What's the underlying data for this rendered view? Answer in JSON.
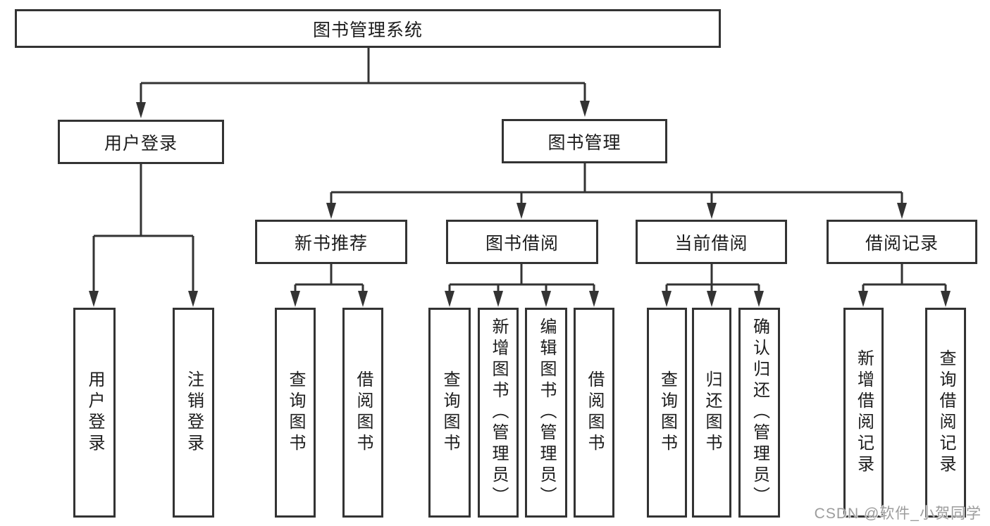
{
  "diagram": {
    "title": "图书管理系统",
    "root": {
      "label": "图书管理系统"
    },
    "level2": [
      {
        "label": "用户登录"
      },
      {
        "label": "图书管理"
      }
    ],
    "level3": [
      {
        "label": "新书推荐"
      },
      {
        "label": "图书借阅"
      },
      {
        "label": "当前借阅"
      },
      {
        "label": "借阅记录"
      }
    ],
    "leaves": {
      "user_login": [
        {
          "label": "用户登录"
        },
        {
          "label": "注销登录"
        }
      ],
      "new_book": [
        {
          "label": "查询图书"
        },
        {
          "label": "借阅图书"
        }
      ],
      "book_borrow": [
        {
          "label": "查询图书"
        },
        {
          "label": "新增图书（管理员）"
        },
        {
          "label": "编辑图书（管理员）"
        },
        {
          "label": "借阅图书"
        }
      ],
      "current_borrow": [
        {
          "label": "查询图书"
        },
        {
          "label": "归还图书"
        },
        {
          "label": "确认归还（管理员）"
        }
      ],
      "borrow_record": [
        {
          "label": "新增借阅记录"
        },
        {
          "label": "查询借阅记录"
        }
      ]
    }
  },
  "watermark": {
    "text": "CSDN @软件_小贺同学"
  },
  "colors": {
    "line": "#333333",
    "text": "#1c1c1c",
    "watermark": "#9c9c9c",
    "background": "#ffffff"
  }
}
